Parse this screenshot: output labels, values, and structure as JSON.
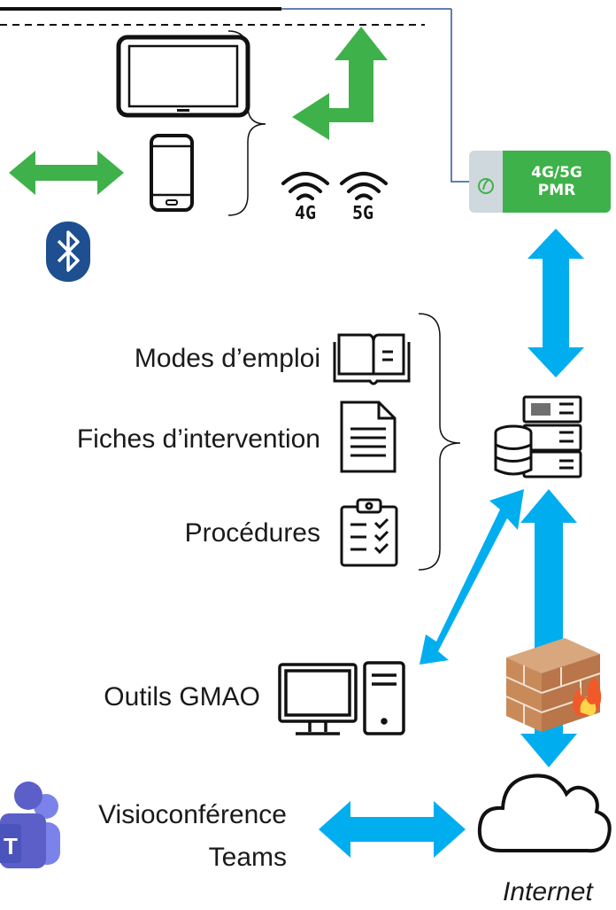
{
  "labels": {
    "modes_emploi": "Modes d’emploi",
    "fiches_intervention": "Fiches d’intervention",
    "procedures": "Procédures",
    "outils_gmao": "Outils GMAO",
    "visio_line1": "Visioconférence",
    "visio_line2": "Teams",
    "internet": "Internet"
  },
  "network_badge": {
    "line1": "4G/5G",
    "line2": "PMR"
  },
  "signal_tags": {
    "g4": "4G",
    "g5": "5G"
  },
  "colors": {
    "green_arrow": "#3fb14a",
    "blue_arrow": "#00aeef",
    "bluetooth": "#1d4f91",
    "firewall_brick": "#c98a5a",
    "teams_purple": "#5b5fc7",
    "badge_gray": "#cfd8dc"
  },
  "icons": [
    "tablet-icon",
    "smartphone-icon",
    "bluetooth-icon",
    "wifi-signal-icon",
    "book-icon",
    "document-icon",
    "clipboard-checklist-icon",
    "server-database-icon",
    "desktop-computer-icon",
    "firewall-icon",
    "cloud-icon",
    "teams-logo-icon"
  ]
}
